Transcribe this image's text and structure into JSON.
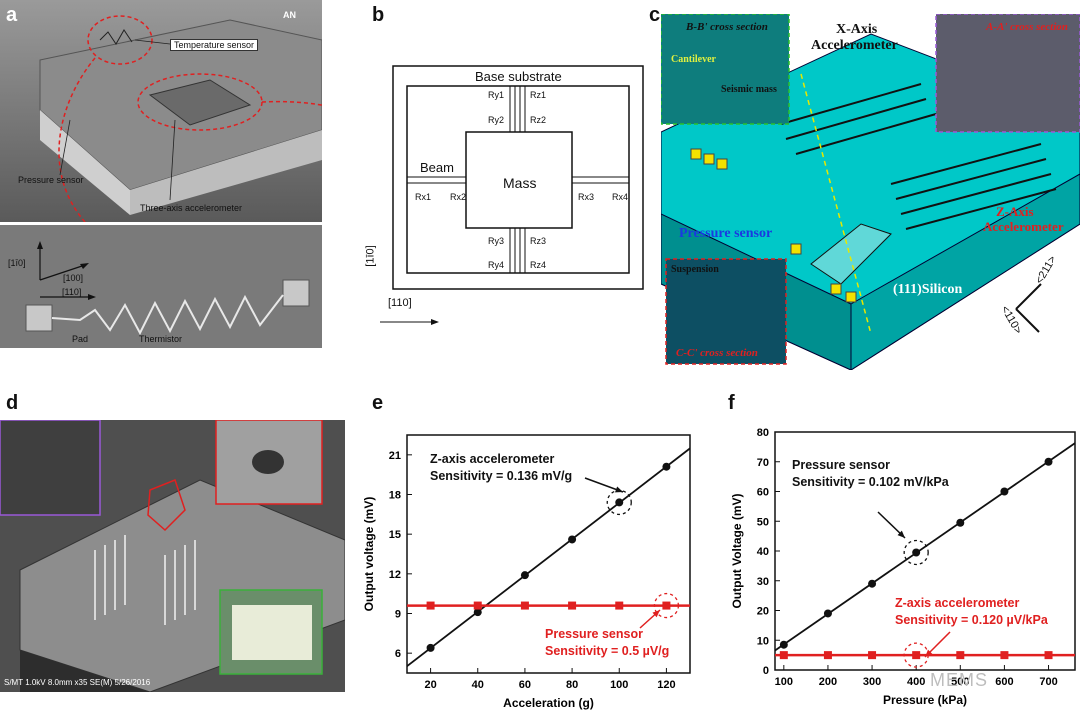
{
  "panels": {
    "a": {
      "label": "a",
      "temperature_sensor": "Temperature sensor",
      "pressure_sensor": "Pressure sensor",
      "three_axis": "Three-axis accelerometer",
      "pad": "Pad",
      "thermistor": "Thermistor",
      "dir_1": "[1ī0]",
      "dir_2": "[100]",
      "dir_3": "[110]",
      "corner_logo": "AN"
    },
    "b": {
      "label": "b",
      "base_substrate": "Base substrate",
      "beam": "Beam",
      "mass": "Mass",
      "resistors_top": [
        "Ry1",
        "Rz1",
        "Ry2",
        "Rz2"
      ],
      "resistors_bottom": [
        "Ry3",
        "Rz3",
        "Ry4",
        "Rz4"
      ],
      "resistors_left": [
        "Rx1",
        "Rx2"
      ],
      "resistors_right": [
        "Rx3",
        "Rx4"
      ],
      "dir_vertical": "[1ī0]",
      "dir_horizontal": "[110]"
    },
    "c": {
      "label": "c",
      "bb_section": "B-B' cross section",
      "cantilever": "Cantilever",
      "seismic_mass": "Seismic mass",
      "x_axis": "X-Axis",
      "accelerometer": "Accelerometer",
      "aa_section": "A-A' cross section",
      "pressure_sensor": "Pressure sensor",
      "z_axis": "Z-Axis",
      "z_accelerometer": "Accelerometer",
      "suspension": "Suspension",
      "cc_section": "C-C' cross section",
      "silicon": "(111)Silicon",
      "dir_211": "<211>",
      "dir_110": "<110>"
    },
    "d": {
      "label": "d",
      "sem_info": "S/MT 1.0kV 8.0mm x35 SE(M) 5/26/2016"
    },
    "e": {
      "label": "e"
    },
    "f": {
      "label": "f"
    }
  },
  "chart_data": [
    {
      "type": "scatter",
      "id": "e",
      "xlabel": "Acceleration (g)",
      "ylabel": "Output voltage (mV)",
      "xlim": [
        10,
        130
      ],
      "ylim": [
        4.5,
        22.5
      ],
      "xticks": [
        20,
        40,
        60,
        80,
        100,
        120
      ],
      "yticks": [
        6,
        9,
        12,
        15,
        18,
        21
      ],
      "series": [
        {
          "x": [
            20,
            40,
            60,
            80,
            100,
            120
          ],
          "y": [
            6.4,
            9.1,
            11.9,
            14.6,
            17.4,
            20.1
          ],
          "color": "#111111",
          "marker": "circle",
          "fit": true
        },
        {
          "x": [
            20,
            40,
            60,
            80,
            100,
            120
          ],
          "y": [
            9.6,
            9.6,
            9.6,
            9.6,
            9.6,
            9.6
          ],
          "color": "#e02020",
          "marker": "square",
          "fit": true
        }
      ],
      "annotations": [
        {
          "lines": [
            "Z-axis accelerometer",
            "Sensitivity = 0.136 mV/g"
          ],
          "color": "#111111"
        },
        {
          "lines": [
            "Pressure sensor",
            "Sensitivity = 0.5 µV/g"
          ],
          "color": "#e02020"
        }
      ],
      "highlight": [
        [
          100,
          17.4
        ],
        [
          120,
          9.6
        ]
      ]
    },
    {
      "type": "scatter",
      "id": "f",
      "xlabel": "Pressure (kPa)",
      "ylabel": "Output Voltage (mV)",
      "xlim": [
        80,
        760
      ],
      "ylim": [
        0,
        80
      ],
      "xticks": [
        100,
        200,
        300,
        400,
        500,
        600,
        700
      ],
      "yticks": [
        0,
        10,
        20,
        30,
        40,
        50,
        60,
        70,
        80
      ],
      "series": [
        {
          "x": [
            100,
            200,
            300,
            400,
            500,
            600,
            700
          ],
          "y": [
            8.5,
            19,
            29,
            39.5,
            49.5,
            60,
            70
          ],
          "color": "#111111",
          "marker": "circle",
          "fit": true
        },
        {
          "x": [
            100,
            200,
            300,
            400,
            500,
            600,
            700
          ],
          "y": [
            5,
            5,
            5,
            5,
            5,
            5,
            5
          ],
          "color": "#e02020",
          "marker": "square",
          "fit": true
        }
      ],
      "annotations": [
        {
          "lines": [
            "Pressure sensor",
            "Sensitivity = 0.102 mV/kPa"
          ],
          "color": "#111111"
        },
        {
          "lines": [
            "Z-axis accelerometer",
            "Sensitivity = 0.120 µV/kPa"
          ],
          "color": "#e02020"
        }
      ],
      "highlight": [
        [
          400,
          39.5
        ],
        [
          400,
          5
        ]
      ]
    }
  ],
  "watermark": "MEMS"
}
